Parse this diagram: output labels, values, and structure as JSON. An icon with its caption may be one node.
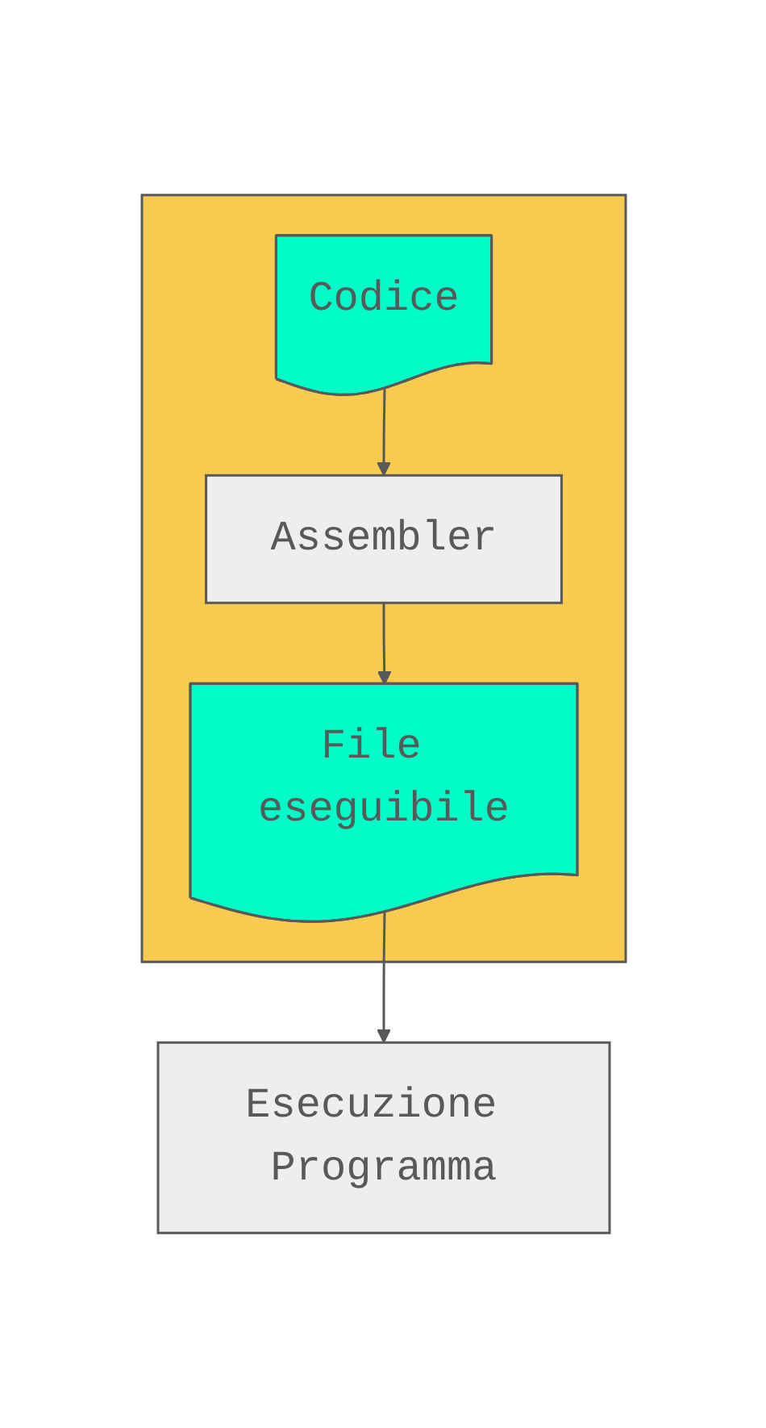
{
  "diagram": {
    "nodes": [
      {
        "text": [],
        "shape": "box"
      },
      {
        "text": [
          "Codice"
        ],
        "in": 0
      },
      {
        "text": [
          "Assembler"
        ],
        "in": 0
      },
      {
        "text": [
          "File eseguibile"
        ],
        "in": 0
      },
      {
        "text": [
          "Esecuzione Programma"
        ]
      }
    ],
    "edges": [
      {
        "from": 1,
        "to": 2,
        "arrow": "to"
      },
      {
        "from": 2,
        "to": 3,
        "arrow": "to"
      },
      {
        "from": 3,
        "to": 4,
        "arrow": "to"
      }
    ]
  }
}
